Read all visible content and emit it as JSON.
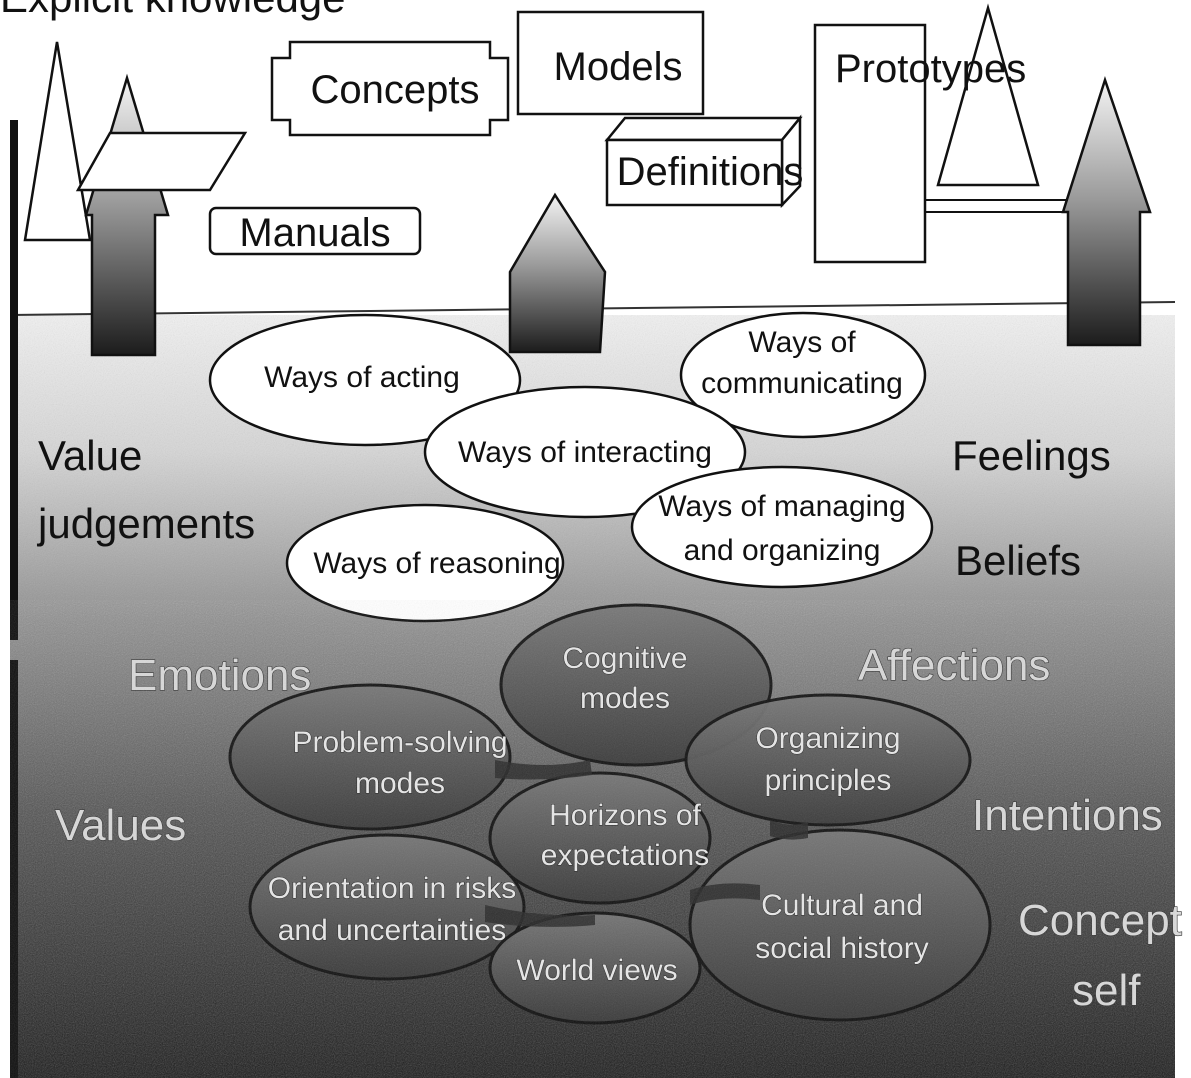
{
  "title": "Explicit knowledge",
  "explicit": {
    "concepts": "Concepts",
    "models": "Models",
    "prototypes": "Prototypes",
    "definitions": "Definitions",
    "manuals": "Manuals"
  },
  "tacit_upper": {
    "ways_acting": "Ways of acting",
    "ways_communicating_1": "Ways  of",
    "ways_communicating_2": "communicating",
    "ways_interacting": "Ways of interacting",
    "ways_managing_1": "Ways of managing",
    "ways_managing_2": "and organizing",
    "ways_reasoning": "Ways of reasoning"
  },
  "side_labels": {
    "value_1": "Value",
    "value_2": "judgements",
    "feelings": "Feelings",
    "beliefs": "Beliefs",
    "emotions": "Emotions",
    "affections": "Affections",
    "values": "Values",
    "intentions": "Intentions",
    "concept": "Concept",
    "self": "self"
  },
  "tacit_deep": {
    "cognitive_1": "Cognitive",
    "cognitive_2": "modes",
    "problem_1": "Problem-solving",
    "problem_2": "modes",
    "organizing_1": "Organizing",
    "organizing_2": "principles",
    "horizons_1": "Horizons of",
    "horizons_2": "expectations",
    "orientation_1": "Orientation in risks",
    "orientation_2": "and uncertainties",
    "cultural_1": "Cultural and",
    "cultural_2": "social history",
    "world_views": "World views"
  }
}
